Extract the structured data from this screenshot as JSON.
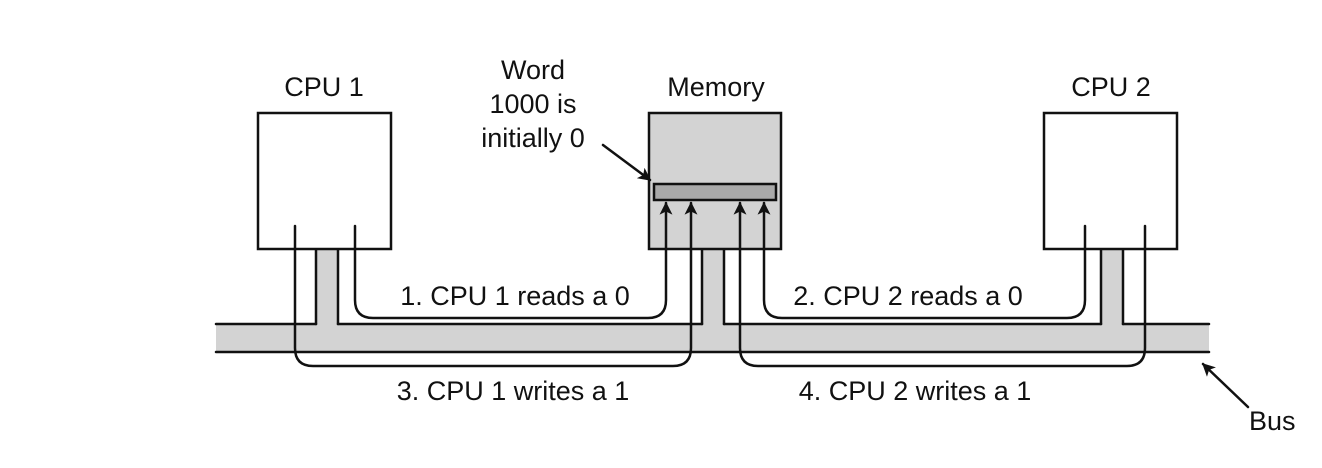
{
  "components": {
    "cpu1": "CPU 1",
    "memory": "Memory",
    "cpu2": "CPU 2",
    "bus": "Bus"
  },
  "annotation": {
    "line1": "Word",
    "line2": "1000 is",
    "line3": "initially 0"
  },
  "steps": [
    "1. CPU 1 reads a 0",
    "2. CPU 2 reads a 0",
    "3. CPU 1 writes a 1",
    "4. CPU 2 writes a 1"
  ],
  "colors": {
    "fill_gray": "#d3d3d3",
    "word_fill": "#a9a9a9",
    "stroke": "#111111"
  }
}
